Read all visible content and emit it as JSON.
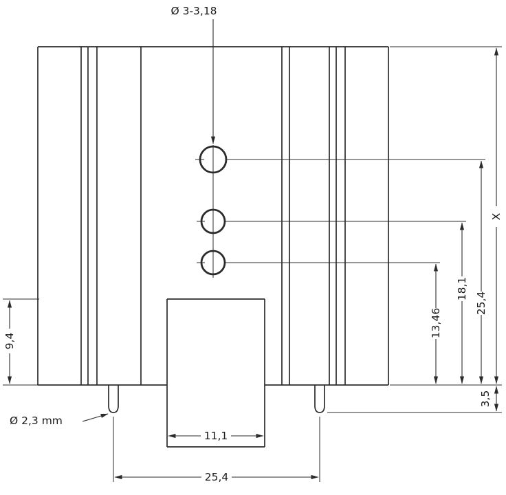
{
  "drawing": {
    "background_color": "#ffffff",
    "line_color": "#2b2b2b",
    "labels": {
      "hole_diameter": "Ø 3-3,18",
      "pin_diameter": "Ø 2,3 mm",
      "overall_height": "X",
      "hole1_offset": "25,4",
      "hole2_offset": "18,1",
      "hole3_offset": "13,46",
      "left_height": "9,4",
      "pin_length": "3,5",
      "tab_width": "11,1",
      "pin_spacing": "25,4"
    }
  }
}
